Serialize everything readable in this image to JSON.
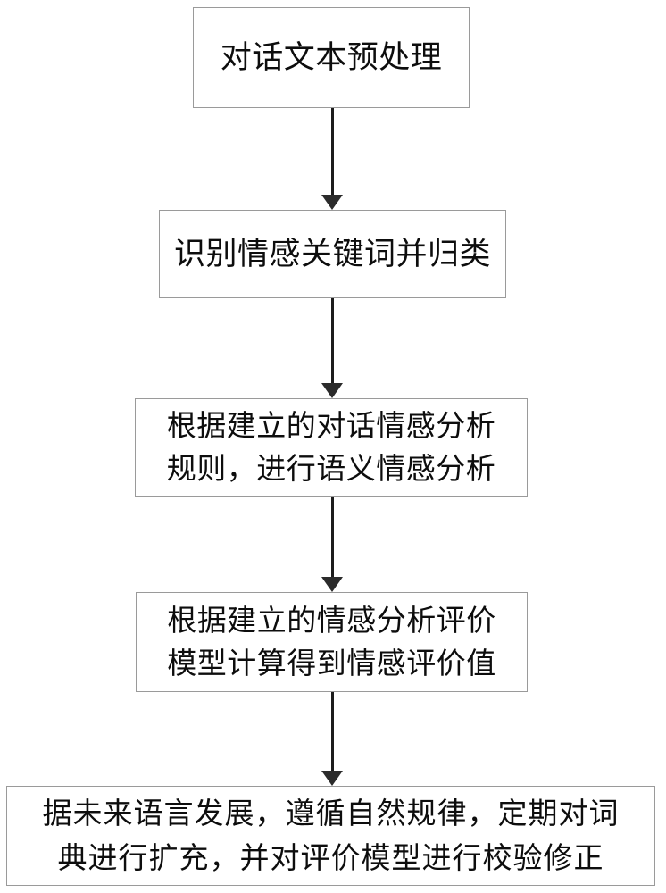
{
  "diagram": {
    "type": "flowchart",
    "orientation": "vertical-top-to-bottom",
    "background_color": "#ffffff",
    "box_border_color": "#9a9a9a",
    "box_fill_color": "#ffffff",
    "text_color": "#0d0d0d",
    "arrow_color": "#1c1c1c",
    "nodes": [
      {
        "id": "node-1",
        "order": 1,
        "label": "对话文本预处理",
        "shape": "rectangle"
      },
      {
        "id": "node-2",
        "order": 2,
        "label": "识别情感关键词并归类",
        "shape": "rectangle"
      },
      {
        "id": "node-3",
        "order": 3,
        "label": "根据建立的对话情感分析\n规则，进行语义情感分析",
        "shape": "rectangle"
      },
      {
        "id": "node-4",
        "order": 4,
        "label": "根据建立的情感分析评价\n模型计算得到情感评价值",
        "shape": "rectangle"
      },
      {
        "id": "node-5",
        "order": 5,
        "label": "据未来语言发展，遵循自然规律，定期对词\n典进行扩充，并对评价模型进行校验修正",
        "shape": "rectangle"
      }
    ],
    "connectors": [
      {
        "id": "conn-1",
        "from": "node-1",
        "to": "node-2",
        "style": "solid-arrow-down"
      },
      {
        "id": "conn-2",
        "from": "node-2",
        "to": "node-3",
        "style": "solid-arrow-down"
      },
      {
        "id": "conn-3",
        "from": "node-3",
        "to": "node-4",
        "style": "solid-arrow-down"
      },
      {
        "id": "conn-4",
        "from": "node-4",
        "to": "node-5",
        "style": "solid-arrow-down"
      }
    ]
  }
}
